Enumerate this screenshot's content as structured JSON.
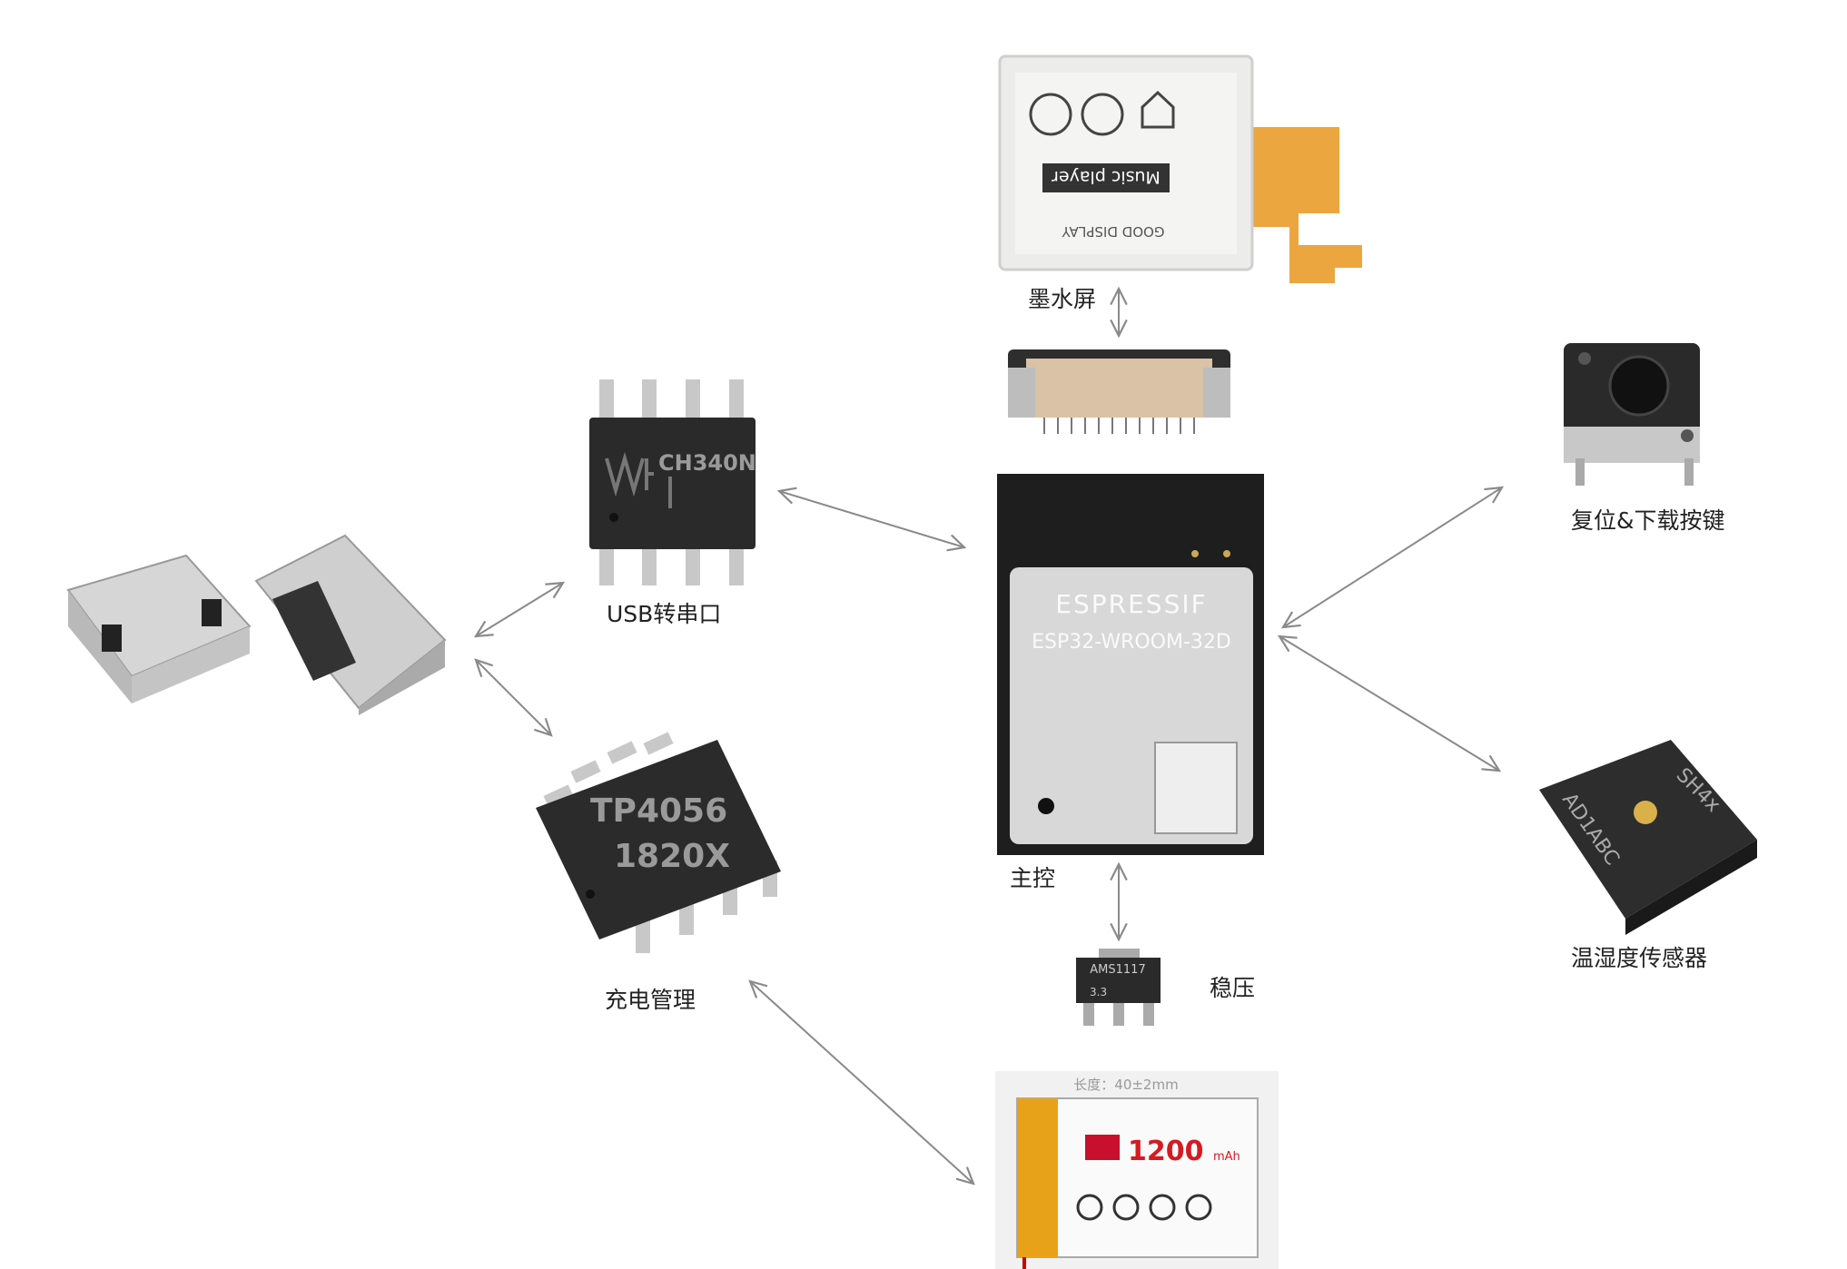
{
  "labels": {
    "eink": "墨水屏",
    "mcu": "主控",
    "ldo": "稳压",
    "usb_serial": "USB转串口",
    "charger": "充电管理",
    "button": "复位&下载按键",
    "sensor": "温湿度传感器"
  },
  "parts": {
    "eink_text": "Music player",
    "eink_brand": "GOOD DISPLAY",
    "mcu_brand": "ESPRESSIF",
    "mcu_model": "ESP32-WROOM-32D",
    "usb_chip": "CH340N",
    "charger_chip_1": "TP4056",
    "charger_chip_2": "1820X",
    "ldo_chip_1": "AMS1117",
    "ldo_chip_2": "3.3",
    "sensor_chip_1": "SH4x",
    "sensor_chip_2": "AD1ABC",
    "battery_capacity": "1200",
    "battery_unit": "mAh",
    "battery_length": "长度：40±2mm"
  },
  "colors": {
    "arrow": "#8a8a8a",
    "chip": "#2a2a2a",
    "battery_wrap": "#e8a21a",
    "fpc": "#e8961e"
  }
}
